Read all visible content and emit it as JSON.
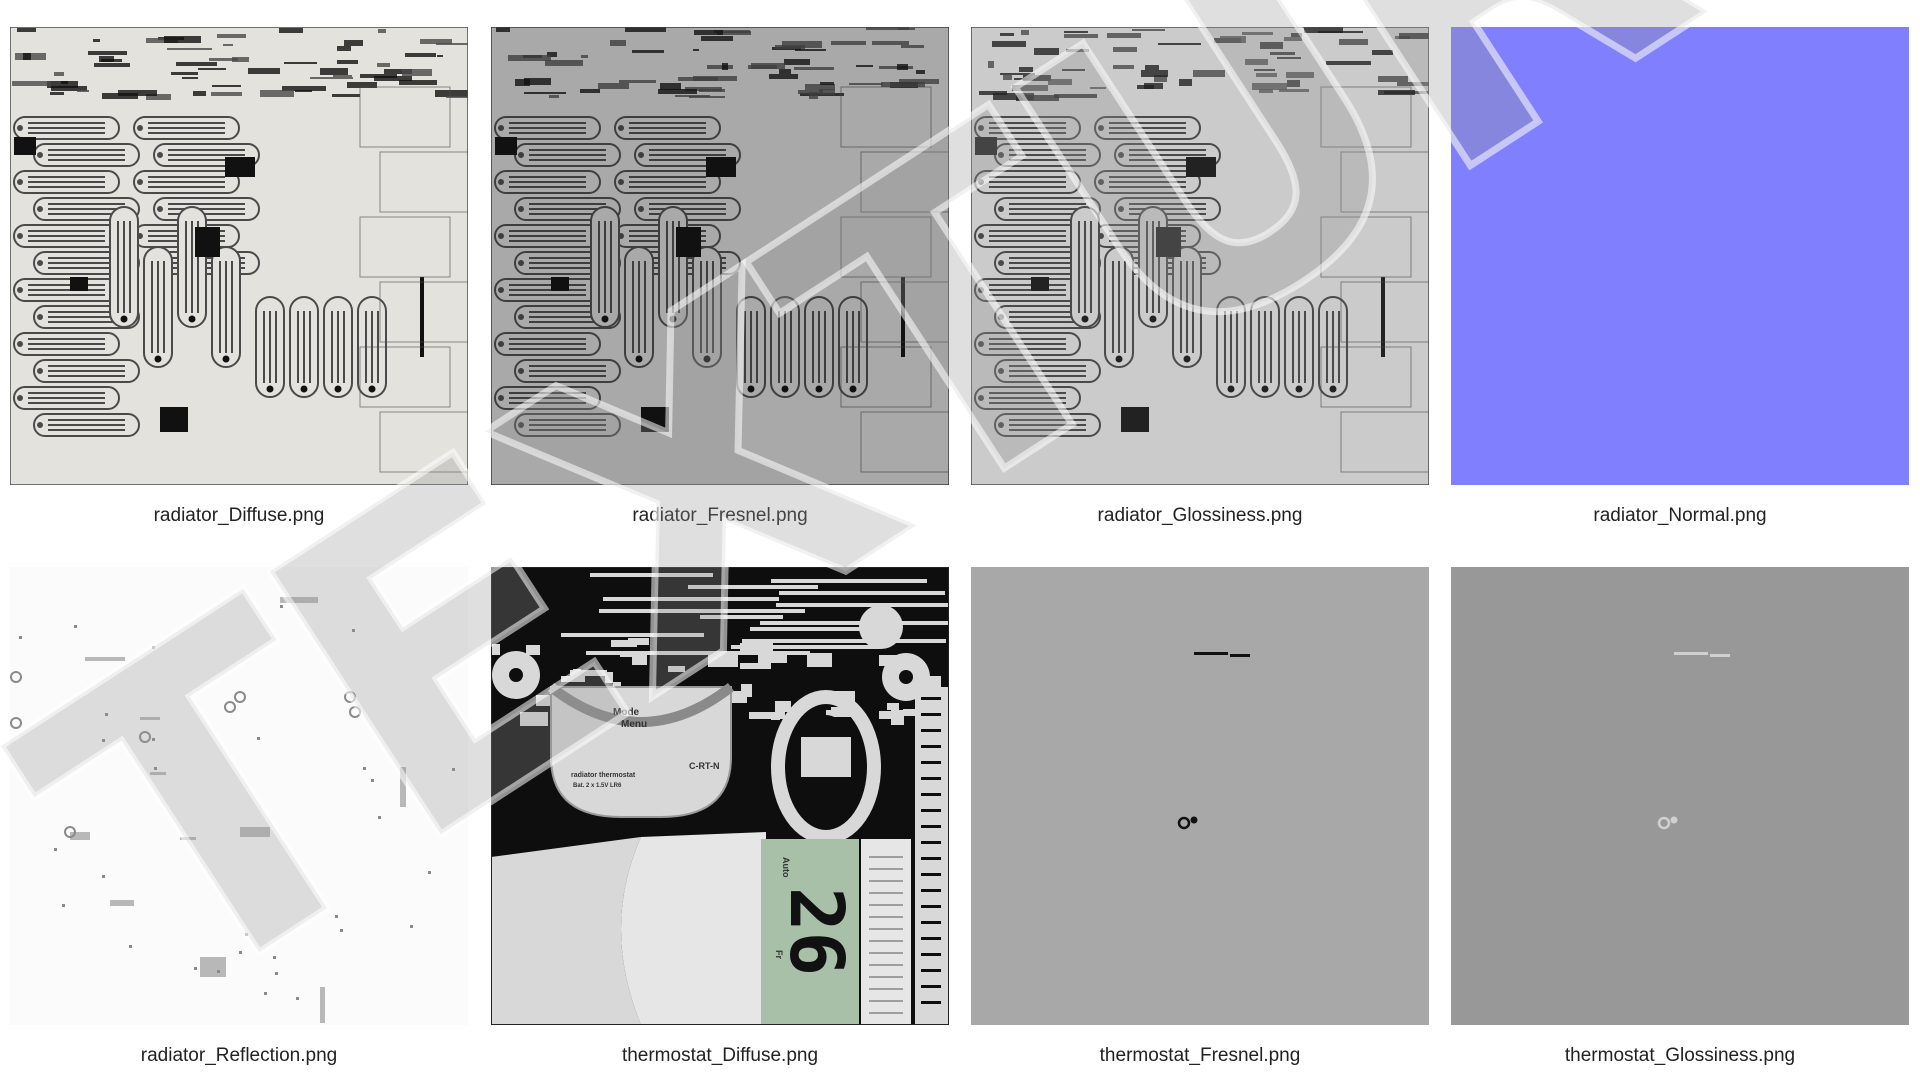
{
  "watermark": {
    "text": "TEXTURES"
  },
  "tiles": [
    {
      "label": "radiator_Diffuse.png",
      "kind": "radiator",
      "base": "#e4e2dc",
      "fg": "#4a4a4a",
      "accent": "#111111"
    },
    {
      "label": "radiator_Fresnel.png",
      "kind": "radiator",
      "base": "#a9a9a9",
      "fg": "#3e3e3e",
      "accent": "#111111"
    },
    {
      "label": "radiator_Glossiness.png",
      "kind": "radiator",
      "base": "#cbcbcb",
      "fg": "#4a4a4a",
      "accent": "#222222"
    },
    {
      "label": "radiator_Normal.png",
      "kind": "flat",
      "base": "#8080ff",
      "fg": "#8080ff",
      "accent": "#8080ff"
    },
    {
      "label": "radiator_Reflection.png",
      "kind": "sparse",
      "base": "#fbfbfb",
      "fg": "#b8b8b8",
      "accent": "#8a8a8a"
    },
    {
      "label": "thermostat_Diffuse.png",
      "kind": "thermostat",
      "base": "#0e0e0e",
      "fg": "#d8d8d8",
      "accent": "#a9c0a8",
      "texts": {
        "mode": "Mode",
        "menu": "Menu",
        "model": "C-RT-N",
        "brand": "radiator thermostat",
        "battery": "Bat. 2 x 1.5V LR6",
        "auto": "Auto",
        "day": "Fr",
        "digits": "26"
      }
    },
    {
      "label": "thermostat_Fresnel.png",
      "kind": "dots",
      "base": "#a8a8a8",
      "fg": "#111111",
      "accent": "#111111"
    },
    {
      "label": "thermostat_Glossiness.png",
      "kind": "dots",
      "base": "#989898",
      "fg": "#d0d0d0",
      "accent": "#d0d0d0"
    }
  ]
}
